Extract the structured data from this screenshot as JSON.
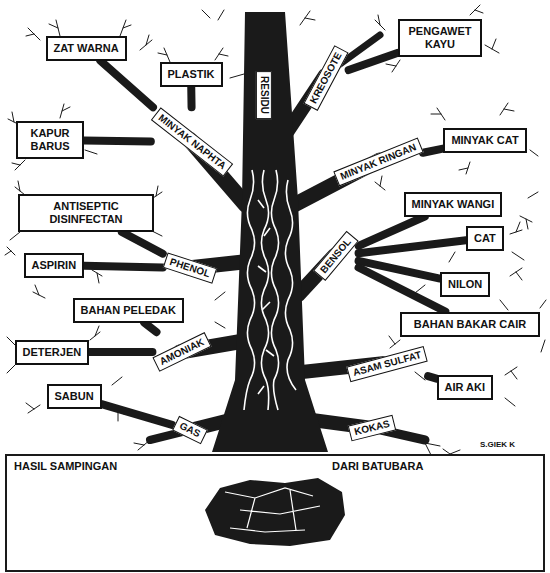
{
  "diagram": {
    "nodes": [
      {
        "text": [
          "ZAT WARNA"
        ]
      },
      {
        "text": [
          "PLASTIK"
        ]
      },
      {
        "text": [
          "RESIDU"
        ]
      },
      {
        "text": [
          "PENGAWET KAYU"
        ]
      },
      {
        "text": [
          "KREOSOTE"
        ]
      },
      {
        "text": [
          "KAPUR BARUS"
        ]
      },
      {
        "text": [
          "MINYAK NAPHTA"
        ]
      },
      {
        "text": [
          "MINYAK CAT"
        ]
      },
      {
        "text": [
          "MINYAK RINGAN"
        ]
      },
      {
        "text": [
          "ANTISEPTIC DISINFECTAN"
        ]
      },
      {
        "text": [
          "MINYAK WANGI"
        ]
      },
      {
        "text": [
          "CAT"
        ]
      },
      {
        "text": [
          "ASPIRIN"
        ]
      },
      {
        "text": [
          "PHENOL"
        ]
      },
      {
        "text": [
          "BENSOL"
        ]
      },
      {
        "text": [
          "NILON"
        ]
      },
      {
        "text": [
          "BAHAN PELEDAK"
        ]
      },
      {
        "text": [
          "BAHAN BAKAR CAIR"
        ]
      },
      {
        "text": [
          "DETERJEN"
        ]
      },
      {
        "text": [
          "AMONIAK"
        ]
      },
      {
        "text": [
          "ASAM SULFAT"
        ]
      },
      {
        "text": [
          "AIR AKI"
        ]
      },
      {
        "text": [
          "SABUN"
        ]
      },
      {
        "text": [
          "GAS"
        ]
      },
      {
        "text": [
          "KOKAS"
        ]
      }
    ],
    "edges": [
      {
        "from": 4,
        "to": 3,
        "arrow": "none"
      },
      {
        "from": 6,
        "to": 0,
        "arrow": "none"
      },
      {
        "from": 6,
        "to": 1,
        "arrow": "none"
      },
      {
        "from": 6,
        "to": 5,
        "arrow": "none"
      },
      {
        "from": 8,
        "to": 7,
        "arrow": "none"
      },
      {
        "from": 13,
        "to": 9,
        "arrow": "none"
      },
      {
        "from": 13,
        "to": 12,
        "arrow": "none"
      },
      {
        "from": 14,
        "to": 10,
        "arrow": "none"
      },
      {
        "from": 14,
        "to": 11,
        "arrow": "none"
      },
      {
        "from": 14,
        "to": 15,
        "arrow": "none"
      },
      {
        "from": 14,
        "to": 17,
        "arrow": "none"
      },
      {
        "from": 19,
        "to": 16,
        "arrow": "none"
      },
      {
        "from": 19,
        "to": 18,
        "arrow": "none"
      },
      {
        "from": 20,
        "to": 21,
        "arrow": "none"
      },
      {
        "from": 23,
        "to": 22,
        "arrow": "none"
      }
    ],
    "labels": [
      "HASIL SAMPINGAN",
      "DARI BATUBARA",
      "S.GIEK K"
    ]
  }
}
